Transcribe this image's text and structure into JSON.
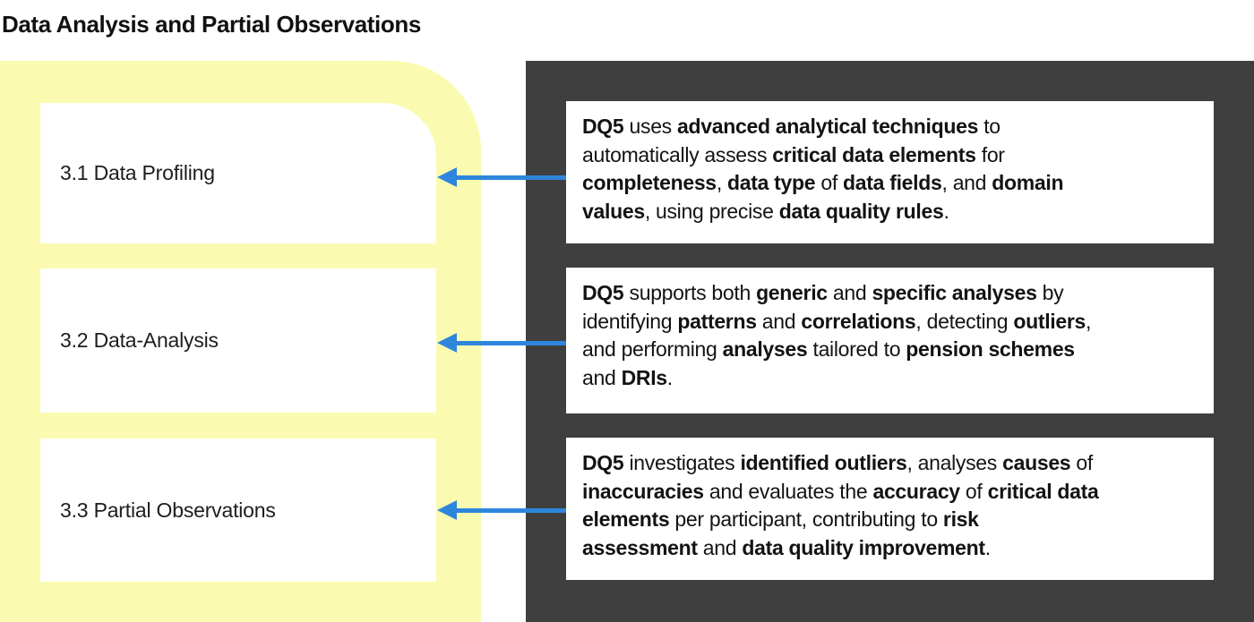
{
  "title": "Data Analysis and Partial Observations",
  "colors": {
    "panel_yellow": "#FAFBB0",
    "panel_dark": "#3F3F3F",
    "arrow_blue": "#2E86DC",
    "text_dark": "#131313"
  },
  "left_panel": {
    "items": [
      {
        "label": "3.1 Data Profiling"
      },
      {
        "label": "3.2 Data-Analysis"
      },
      {
        "label": "3.3 Partial Observations"
      }
    ]
  },
  "right_panel": {
    "boxes": [
      {
        "lines": [
          [
            {
              "t": "DQ5",
              "b": true
            },
            {
              "t": " uses ",
              "b": false
            },
            {
              "t": "advanced analytical techniques",
              "b": true
            },
            {
              "t": " to",
              "b": false
            }
          ],
          [
            {
              "t": "automatically assess ",
              "b": false
            },
            {
              "t": "critical data elements",
              "b": true
            },
            {
              "t": " for",
              "b": false
            }
          ],
          [
            {
              "t": "completeness",
              "b": true
            },
            {
              "t": ", ",
              "b": false
            },
            {
              "t": "data type",
              "b": true
            },
            {
              "t": " of ",
              "b": false
            },
            {
              "t": "data fields",
              "b": true
            },
            {
              "t": ", and ",
              "b": false
            },
            {
              "t": "domain",
              "b": true
            }
          ],
          [
            {
              "t": "values",
              "b": true
            },
            {
              "t": ", using precise ",
              "b": false
            },
            {
              "t": "data quality rules",
              "b": true
            },
            {
              "t": ".",
              "b": false
            }
          ]
        ]
      },
      {
        "lines": [
          [
            {
              "t": "DQ5",
              "b": true
            },
            {
              "t": " supports both ",
              "b": false
            },
            {
              "t": "generic",
              "b": true
            },
            {
              "t": " and ",
              "b": false
            },
            {
              "t": "specific analyses",
              "b": true
            },
            {
              "t": " by",
              "b": false
            }
          ],
          [
            {
              "t": "identifying ",
              "b": false
            },
            {
              "t": "patterns",
              "b": true
            },
            {
              "t": " and ",
              "b": false
            },
            {
              "t": "correlations",
              "b": true
            },
            {
              "t": ", detecting ",
              "b": false
            },
            {
              "t": "outliers",
              "b": true
            },
            {
              "t": ",",
              "b": false
            }
          ],
          [
            {
              "t": "and performing ",
              "b": false
            },
            {
              "t": "analyses",
              "b": true
            },
            {
              "t": " tailored to ",
              "b": false
            },
            {
              "t": "pension schemes",
              "b": true
            }
          ],
          [
            {
              "t": "and ",
              "b": false
            },
            {
              "t": "DRIs",
              "b": true
            },
            {
              "t": ".",
              "b": false
            }
          ]
        ]
      },
      {
        "lines": [
          [
            {
              "t": "DQ5",
              "b": true
            },
            {
              "t": " investigates ",
              "b": false
            },
            {
              "t": "identified outliers",
              "b": true
            },
            {
              "t": ", analyses ",
              "b": false
            },
            {
              "t": "causes",
              "b": true
            },
            {
              "t": " of",
              "b": false
            }
          ],
          [
            {
              "t": "inaccuracies",
              "b": true
            },
            {
              "t": " and evaluates the ",
              "b": false
            },
            {
              "t": "accuracy",
              "b": true
            },
            {
              "t": " of ",
              "b": false
            },
            {
              "t": "critical data",
              "b": true
            }
          ],
          [
            {
              "t": "elements",
              "b": true
            },
            {
              "t": " per participant, contributing to ",
              "b": false
            },
            {
              "t": "risk",
              "b": true
            }
          ],
          [
            {
              "t": "assessment",
              "b": true
            },
            {
              "t": " and ",
              "b": false
            },
            {
              "t": "data quality improvement",
              "b": true
            },
            {
              "t": ".",
              "b": false
            }
          ]
        ]
      }
    ]
  }
}
